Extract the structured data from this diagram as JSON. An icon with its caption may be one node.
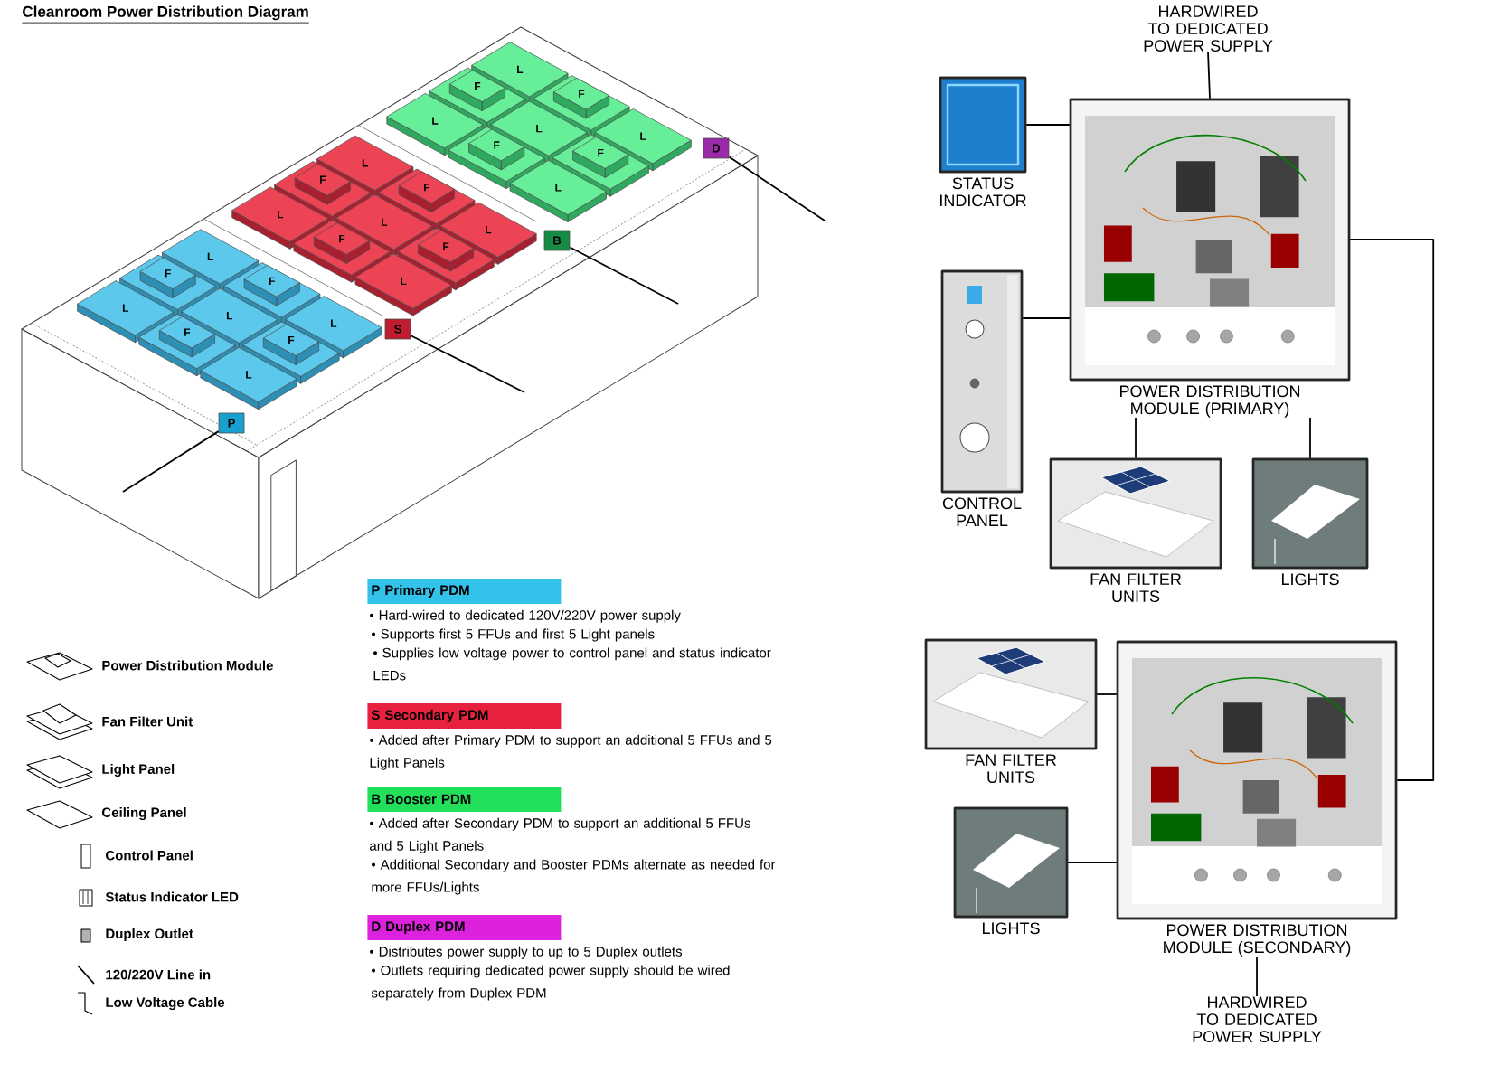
{
  "diagram": {
    "title": "Cleanroom Power Distribution Diagram",
    "nodes": [
      {
        "text": [
          "POWER DISTRIBUTION MODULE (PRIMARY)"
        ]
      },
      {
        "text": [
          "STATUS INDICATOR"
        ]
      },
      {
        "text": [
          "CONTROL PANEL"
        ]
      },
      {
        "text": [
          "FAN FILTER UNITS"
        ]
      },
      {
        "text": [
          "LIGHTS"
        ]
      },
      {
        "text": [
          "HARDWIRED TO DEDICATED POWER SUPPLY"
        ]
      },
      {
        "text": [
          "POWER DISTRIBUTION MODULE (SECONDARY)"
        ]
      },
      {
        "text": [
          "FAN FILTER UNITS"
        ]
      },
      {
        "text": [
          "LIGHTS"
        ]
      },
      {
        "text": [
          "HARDWIRED TO DEDICATED POWER SUPPLY"
        ]
      },
      {
        "text": [
          "P"
        ]
      },
      {
        "text": [
          "S"
        ]
      },
      {
        "text": [
          "B"
        ]
      },
      {
        "text": [
          "D"
        ]
      },
      {
        "text": [
          "P Primary PDM"
        ],
        "beside": [
          "• Hard-wired to dedicated 120V/220V power supply",
          "• Supports first 5 FFUs and first 5 Light panels",
          "• Supplies low voltage power to control panel and status indicator LEDs"
        ]
      },
      {
        "text": [
          "S Secondary PDM"
        ],
        "beside": [
          "• Added after Primary PDM to support an additional 5 FFUs and 5 Light Panels"
        ]
      },
      {
        "text": [
          "B Booster PDM"
        ],
        "beside": [
          "• Added after Secondary PDM to support an additional 5 FFUs and 5 Light Panels",
          "• Additional Secondary and Booster PDMs alternate as needed for more FFUs/Lights"
        ]
      },
      {
        "text": [
          "D Duplex PDM"
        ],
        "beside": [
          "• Distributes power supply to up to 5 Duplex outlets",
          "• Outlets requiring dedicated power supply should be wired separately from Duplex PDM"
        ]
      }
    ],
    "edges": [
      {
        "from": 5,
        "to": 0,
        "arrow": "none"
      },
      {
        "from": 1,
        "to": 0,
        "arrow": "none"
      },
      {
        "from": 2,
        "to": 0,
        "arrow": "none"
      },
      {
        "from": 0,
        "to": 3,
        "arrow": "none"
      },
      {
        "from": 0,
        "to": 4,
        "arrow": "none"
      },
      {
        "from": 0,
        "to": 6,
        "arrow": "none"
      },
      {
        "from": 7,
        "to": 6,
        "arrow": "none"
      },
      {
        "from": 8,
        "to": 6,
        "arrow": "none"
      },
      {
        "from": 6,
        "to": 9,
        "arrow": "none"
      },
      {
        "from": 10,
        "to": null,
        "arrow": "none"
      },
      {
        "from": 11,
        "to": null,
        "arrow": "none"
      },
      {
        "from": 12,
        "to": null,
        "arrow": "none"
      },
      {
        "from": 13,
        "to": null,
        "arrow": "none"
      }
    ],
    "labels": [
      "L",
      "F",
      "L",
      "F",
      "L",
      "F",
      "L",
      "F",
      "L",
      "L",
      "F",
      "L",
      "F",
      "L",
      "F",
      "L",
      "F",
      "L",
      "L",
      "F",
      "L",
      "F",
      "L",
      "F",
      "L",
      "F",
      "L"
    ],
    "legend": [
      {
        "text": "Power Distribution Module"
      },
      {
        "text": "Fan Filter Unit"
      },
      {
        "text": "Light Panel"
      },
      {
        "text": "Ceiling Panel"
      },
      {
        "text": "Control Panel"
      },
      {
        "text": "Status Indicator LED"
      },
      {
        "text": "Duplex Outlet"
      },
      {
        "text": "120/220V Line in"
      },
      {
        "text": "Low Voltage Cable"
      }
    ]
  }
}
